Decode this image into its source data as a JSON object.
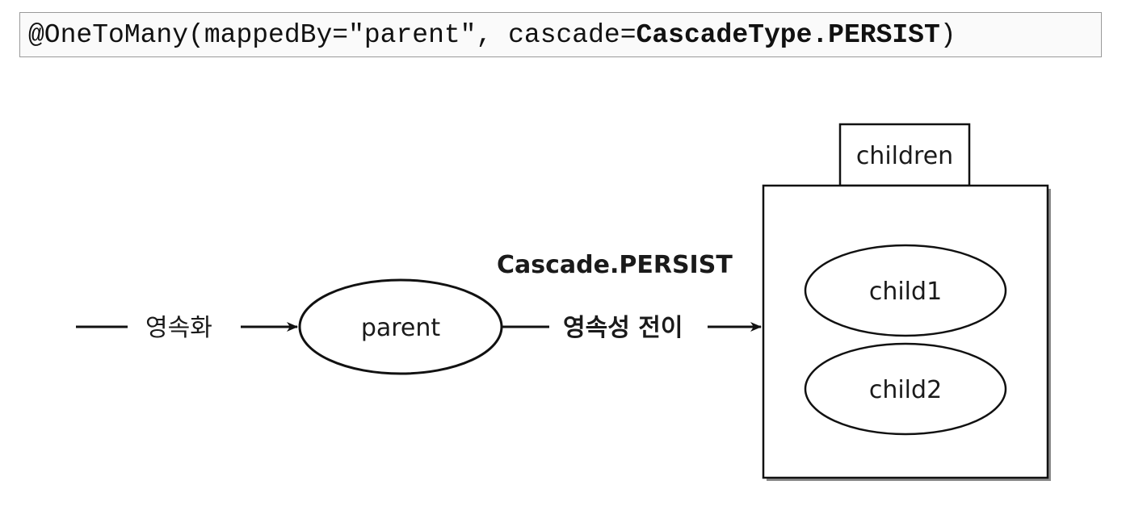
{
  "code": {
    "prefix": "@OneToMany(mappedBy=\"parent\", cascade=",
    "highlight": "CascadeType.PERSIST",
    "suffix": ")"
  },
  "diagram": {
    "persist_label": "영속화",
    "parent_label": "parent",
    "cascade_label": "Cascade.PERSIST",
    "transfer_label": "영속성 전이",
    "collection_label": "children",
    "child1_label": "child1",
    "child2_label": "child2"
  }
}
